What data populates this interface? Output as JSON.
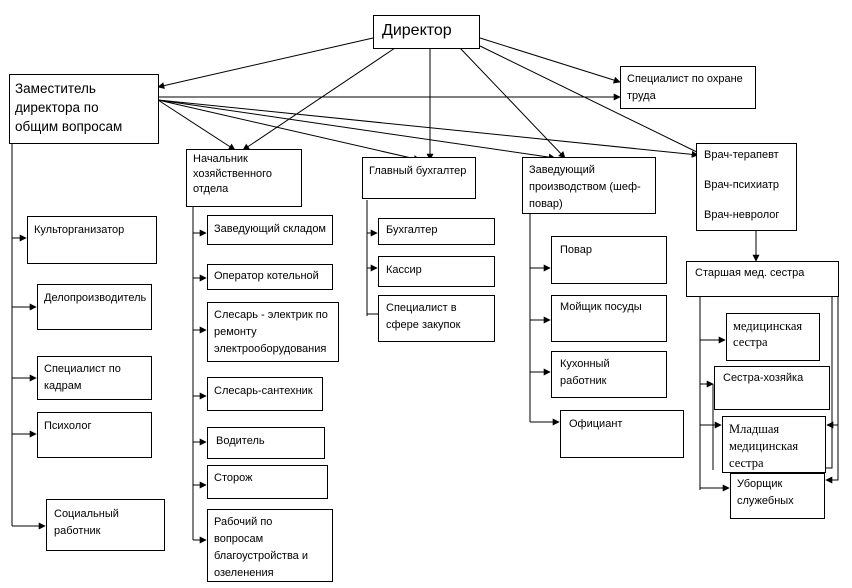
{
  "director": "Директор",
  "deputy": "Заместитель\nдиректора по\nобщим вопросам",
  "safety_specialist": "Специалист по охране\nтруда",
  "household_head": "Начальник\nхозяйственного\nотдела",
  "chief_accountant": "Главный бухгалтер",
  "production_head": "Заведующий\nпроизводством (шеф-\nповар)",
  "doctors": "Врач-терапевт\n\nВрач-психиатр\n\nВрач-невролог",
  "deputy_staff": [
    "Культорганизатор",
    "Делопроизводитель",
    "Специалист по\nкадрам",
    "Психолог",
    "Социальный\nработник"
  ],
  "household_staff": [
    "Заведующий складом",
    "Оператор котельной",
    "Слесарь - электрик по\nремонту\nэлектрооборудования",
    "Слесарь-сантехник",
    "Водитель",
    "Сторож",
    "Рабочий по\nвопросам\nблагоустройства и\nозеленения"
  ],
  "accounting_staff": [
    "Бухгалтер",
    "Кассир",
    "Специалист в\nсфере закупок"
  ],
  "kitchen_staff": [
    "Повар",
    "Мойщик посуды",
    "Кухонный\nработник",
    "Официант"
  ],
  "head_nurse": "Старшая мед. сестра",
  "nursing_staff": [
    "медицинская\nсестра",
    "Сестра-хозяйка",
    "Младшая\nмедицинская\nсестра",
    "Уборщик\nслужебных"
  ]
}
